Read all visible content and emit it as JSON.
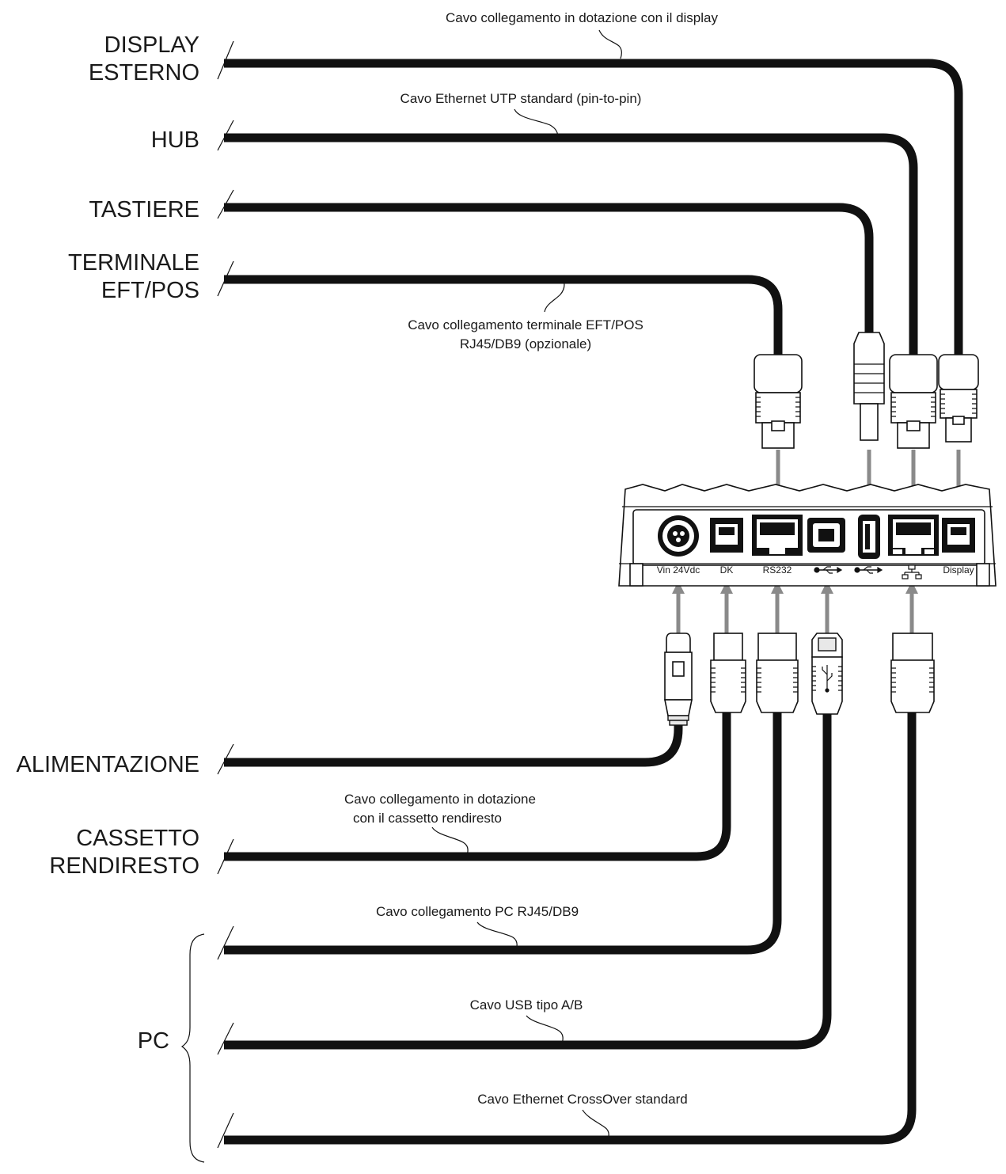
{
  "labels": {
    "display_line1": "DISPLAY",
    "display_line2": "ESTERNO",
    "hub": "HUB",
    "tastiere": "TASTIERE",
    "terminale_line1": "TERMINALE",
    "terminale_line2": "EFT/POS",
    "alimentazione": "ALIMENTAZIONE",
    "cassetto_line1": "CASSETTO",
    "cassetto_line2": "RENDIRESTO",
    "pc": "PC"
  },
  "captions": {
    "display": "Cavo collegamento in dotazione con il display",
    "hub": "Cavo Ethernet UTP standard (pin-to-pin)",
    "terminale_line1": "Cavo collegamento terminale EFT/POS",
    "terminale_line2": "RJ45/DB9 (opzionale)",
    "cassetto_line1": "Cavo collegamento in dotazione",
    "cassetto_line2": "con il cassetto rendiresto",
    "pc_rs232": "Cavo collegamento PC RJ45/DB9",
    "pc_usb": "Cavo USB tipo A/B",
    "pc_ethernet": "Cavo Ethernet CrossOver standard"
  },
  "ports": {
    "vin": "Vin 24Vdc",
    "dk": "DK",
    "rs232": "RS232",
    "display": "Display"
  },
  "icons": {
    "usb_b": "usb-icon",
    "usb_a": "usb-icon",
    "ethernet": "network-icon"
  },
  "colors": {
    "cable": "#111111",
    "arrow": "#8a8a8a",
    "background": "#ffffff"
  }
}
